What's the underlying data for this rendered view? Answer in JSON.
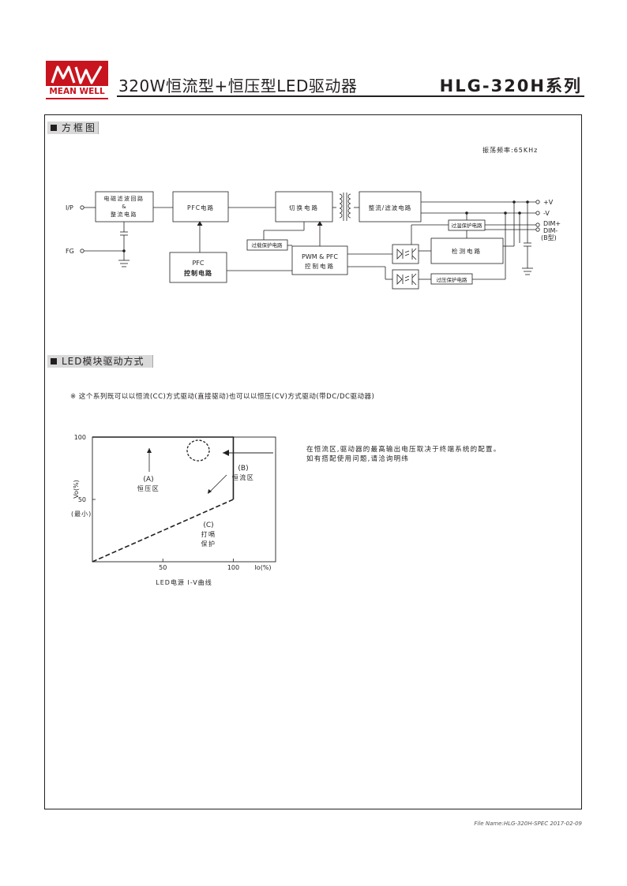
{
  "brand": {
    "logo_mark": "MW",
    "logo_name": "MEAN WELL",
    "logo_color": "#c8141e"
  },
  "header": {
    "title": "320W恒流型+恒压型LED驱动器",
    "series": "HLG-320H系列"
  },
  "block_diagram": {
    "section_title": "方框图",
    "frequency_note": "振荡频率:65KHz",
    "input_labels": {
      "ip": "I/P",
      "fg": "FG"
    },
    "output_labels": {
      "v_plus": "+V",
      "v_minus": "-V",
      "dim_plus": "DIM+",
      "dim_minus": "DIM-",
      "b_type": "(B型)"
    },
    "blocks": {
      "emi_filter_1": "电磁滤波回路",
      "emi_filter_2": "&",
      "emi_filter_3": "整流电路",
      "pfc": "PFC电路",
      "switching": "切换电路",
      "rectifier_filter": "整流/滤波电路",
      "pfc_control_1": "PFC",
      "pfc_control_2": "控制电路",
      "pwm_pfc_1": "PWM & PFC",
      "pwm_pfc_2": "控制电路",
      "overload_protection": "过载保护电路",
      "overtemp_protection": "过温保护电路",
      "detection": "检测电路",
      "overvoltage_protection": "过压保护电路"
    }
  },
  "led_drive": {
    "section_title": "LED模块驱动方式",
    "note_mark": "※",
    "note": "这个系列既可以以恒流(CC)方式驱动(直接驱动)也可以以恒压(CV)方式驱动(带DC/DC驱动器)",
    "cc_note_line1": "在恒流区,驱动器的最高输出电压取决于终端系统的配置。",
    "cc_note_line2": "如有搭配使用问题,请洽询明纬"
  },
  "chart_data": {
    "type": "line",
    "title": "LED电源 I-V曲线",
    "xlabel": "Io(%)",
    "ylabel": "Vo(%)",
    "x_ticks": [
      "50",
      "100"
    ],
    "y_ticks": [
      "50",
      "100"
    ],
    "y_min_label": "(最小)",
    "xlim": [
      0,
      130
    ],
    "ylim": [
      0,
      100
    ],
    "series": [
      {
        "style": "solid",
        "x": [
          0,
          100,
          100
        ],
        "y": [
          100,
          100,
          50
        ]
      },
      {
        "style": "dashed",
        "x": [
          0,
          100
        ],
        "y": [
          0,
          50
        ]
      }
    ],
    "regions": [
      {
        "id": "A",
        "label": "(A)",
        "desc": "恒压区"
      },
      {
        "id": "B",
        "label": "(B)",
        "desc": "恒流区"
      },
      {
        "id": "C",
        "label": "(C)",
        "desc_line1": "打嗝",
        "desc_line2": "保护"
      }
    ]
  },
  "footer": {
    "file_name": "File Name:HLG-320H-SPEC   2017-02-09"
  }
}
